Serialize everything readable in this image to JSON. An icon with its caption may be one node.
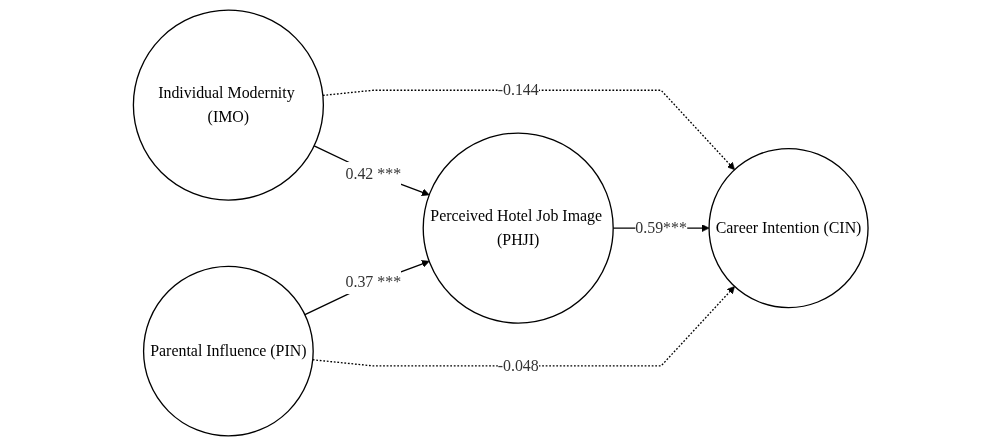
{
  "diagram": {
    "nodes": [
      {
        "text": [
          "Individual Modernity (IMO)"
        ]
      },
      {
        "text": [
          "Parental Influence (PIN)"
        ]
      },
      {
        "text": [
          "Perceived Hotel Job Image (PHJI)"
        ]
      },
      {
        "text": [
          "Career Intention (CIN)"
        ]
      }
    ],
    "edges": [
      {
        "from": 0,
        "to": 3,
        "arrow": "to",
        "label": "-0.144",
        "style": "dashed"
      },
      {
        "from": 0,
        "to": 2,
        "arrow": "to",
        "label": "0.42 ***"
      },
      {
        "from": 1,
        "to": 2,
        "arrow": "to",
        "label": "0.37 ***"
      },
      {
        "from": 2,
        "to": 3,
        "arrow": "to",
        "label": "0.59***"
      },
      {
        "from": 1,
        "to": 3,
        "arrow": "to",
        "label": "-0.048",
        "style": "dashed"
      }
    ]
  }
}
